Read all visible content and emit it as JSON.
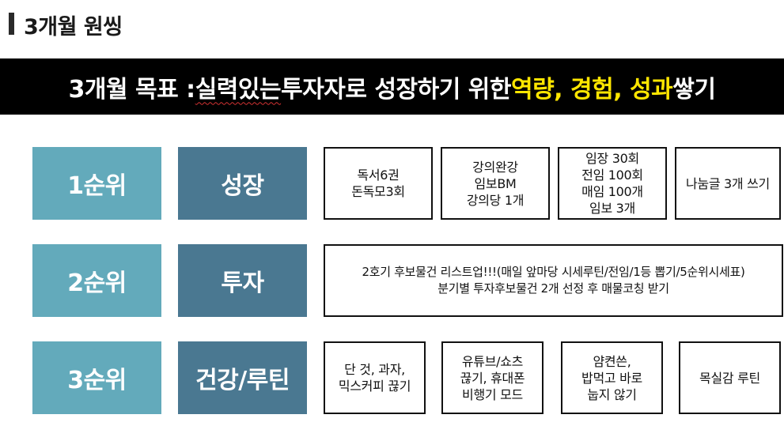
{
  "header": {
    "title": "3개월 원씽"
  },
  "banner": {
    "prefix": "3개월 목표 : ",
    "underlined": "실력있는",
    "middle": " 투자자로 성장하기 위한 ",
    "highlight": "역량, 경험, 성과",
    "suffix": " 쌓기"
  },
  "rows": [
    {
      "rank": "1순위",
      "category": "성장",
      "boxes": [
        [
          "독서6권",
          "돈독모3회"
        ],
        [
          "강의완강",
          "임보BM",
          "강의당 1개"
        ],
        [
          "임장 30회",
          "전임 100회",
          "매임 100개",
          "임보 3개"
        ],
        [
          "나눔글 3개 쓰기"
        ]
      ]
    },
    {
      "rank": "2순위",
      "category": "투자",
      "boxes": [
        [
          "2호기 후보물건 리스트업!!!(매일 앞마당 시세루틴/전임/1등 뽑기/5순위시세표)",
          "분기별  투자후보물건 2개 선정 후 매물코칭 받기"
        ]
      ]
    },
    {
      "rank": "3순위",
      "category": "건강/루틴",
      "boxes": [
        [
          "단 것, 과자,",
          "믹스커피 끊기"
        ],
        [
          "유튜브/쇼츠",
          "끊기, 휴대폰",
          "비행기 모드"
        ],
        [
          "얌켠쓴,",
          "밥먹고 바로",
          "눕지 않기"
        ],
        [
          "목실감 루틴"
        ]
      ]
    }
  ],
  "colors": {
    "rank_bg": "#63aabb",
    "category_bg": "#4a7891",
    "banner_bg": "#000000",
    "banner_highlight": "#ffe600"
  }
}
